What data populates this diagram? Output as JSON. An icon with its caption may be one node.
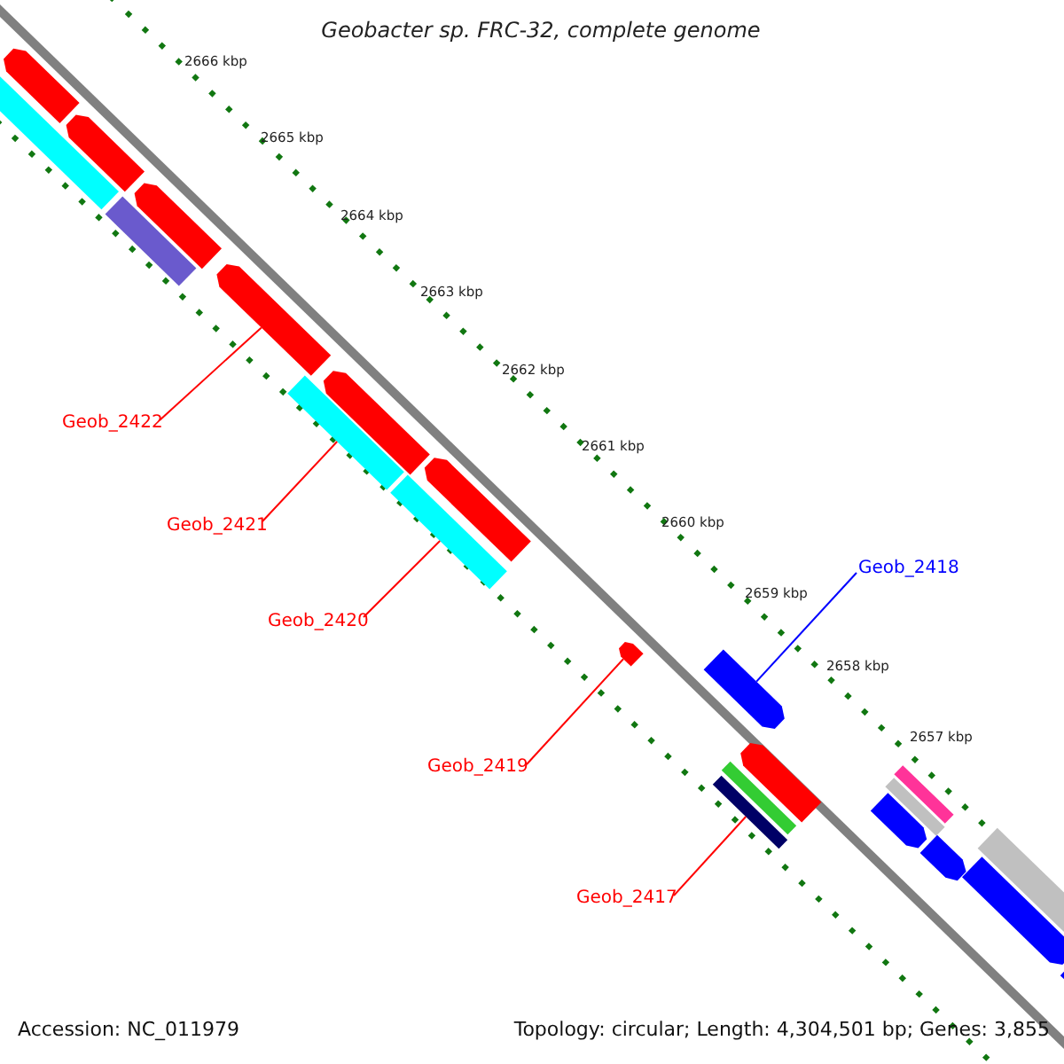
{
  "diagram": {
    "title": "Geobacter sp. FRC-32, complete genome",
    "nodes": [
      {
        "text": [
          "Geob_2422"
        ]
      },
      {
        "text": [
          "Geob_2421"
        ]
      },
      {
        "text": [
          "Geob_2420"
        ]
      },
      {
        "text": [
          "Geob_2419"
        ]
      },
      {
        "text": [
          "Geob_2418"
        ]
      },
      {
        "text": [
          "Geob_2417"
        ]
      },
      {
        "text": [],
        "shape": "arrow"
      },
      {
        "text": [],
        "shape": "bar"
      },
      {
        "text": [],
        "shape": "arrow"
      },
      {
        "text": [],
        "shape": "bar"
      },
      {
        "text": [],
        "shape": "arrow"
      },
      {
        "text": [],
        "shape": "arrow"
      },
      {
        "text": [],
        "shape": "arrow"
      },
      {
        "text": [],
        "shape": "bar"
      },
      {
        "text": [],
        "shape": "arrow"
      },
      {
        "text": [],
        "shape": "bar"
      },
      {
        "text": [],
        "shape": "arrow"
      },
      {
        "text": [],
        "shape": "arrow"
      },
      {
        "text": [],
        "shape": "arrow"
      },
      {
        "text": [],
        "shape": "bar"
      },
      {
        "text": [],
        "shape": "bar"
      },
      {
        "text": [],
        "shape": "bar"
      },
      {
        "text": [],
        "shape": "bar"
      },
      {
        "text": [],
        "shape": "arrow"
      },
      {
        "text": [],
        "shape": "arrow"
      },
      {
        "text": [],
        "shape": "bar"
      },
      {
        "text": [],
        "shape": "arrow"
      },
      {
        "text": [],
        "shape": "arrow"
      }
    ],
    "edges": [
      {
        "from": 0,
        "to": 11,
        "arrow": "none"
      },
      {
        "from": 1,
        "to": 13,
        "arrow": "none"
      },
      {
        "from": 2,
        "to": 15,
        "arrow": "none"
      },
      {
        "from": 3,
        "to": 16,
        "arrow": "none"
      },
      {
        "from": 4,
        "to": 17,
        "arrow": "none",
        "color": "#0000ff"
      },
      {
        "from": 5,
        "to": 20,
        "arrow": "none"
      }
    ],
    "labels": [
      "2666 kbp",
      "2665 kbp",
      "2664 kbp",
      "2663 kbp",
      "2662 kbp",
      "2661 kbp",
      "2660 kbp",
      "2659 kbp",
      "2658 kbp",
      "2657 kbp",
      "Accession: NC_011979",
      "Topology: circular; Length: 4,304,501 bp; Genes: 3,855"
    ]
  }
}
